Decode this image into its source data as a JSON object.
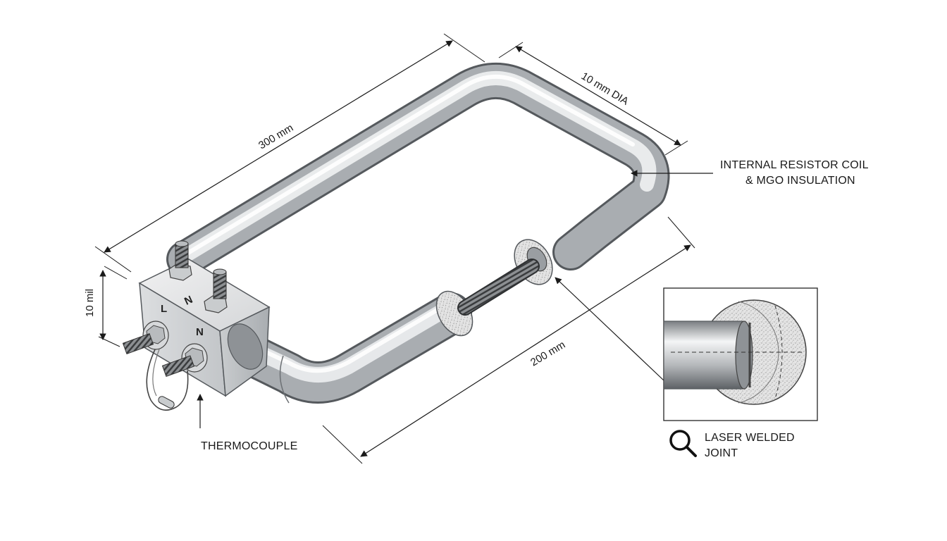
{
  "dimensions": {
    "length": "300 mm",
    "diameter": "10 mm DIA",
    "height": "10 mil",
    "width": "200 mm"
  },
  "terminals": {
    "left": "L",
    "top_n": "N",
    "right_n": "N"
  },
  "callouts": {
    "resistor_line1": "INTERNAL RESISTOR COIL",
    "resistor_line2": "& MGO INSULATION",
    "thermocouple": "THERMOCOUPLE",
    "weld_line1": "LASER WELDED",
    "weld_line2": "JOINT"
  },
  "icons": {
    "detail": "magnifier-icon"
  },
  "colors": {
    "line": "#1a1a1a",
    "tube_light": "#f2f3f4",
    "tube_mid": "#b9bcbf",
    "tube_dark": "#6f7377",
    "insulation": "#d8d8d8"
  }
}
